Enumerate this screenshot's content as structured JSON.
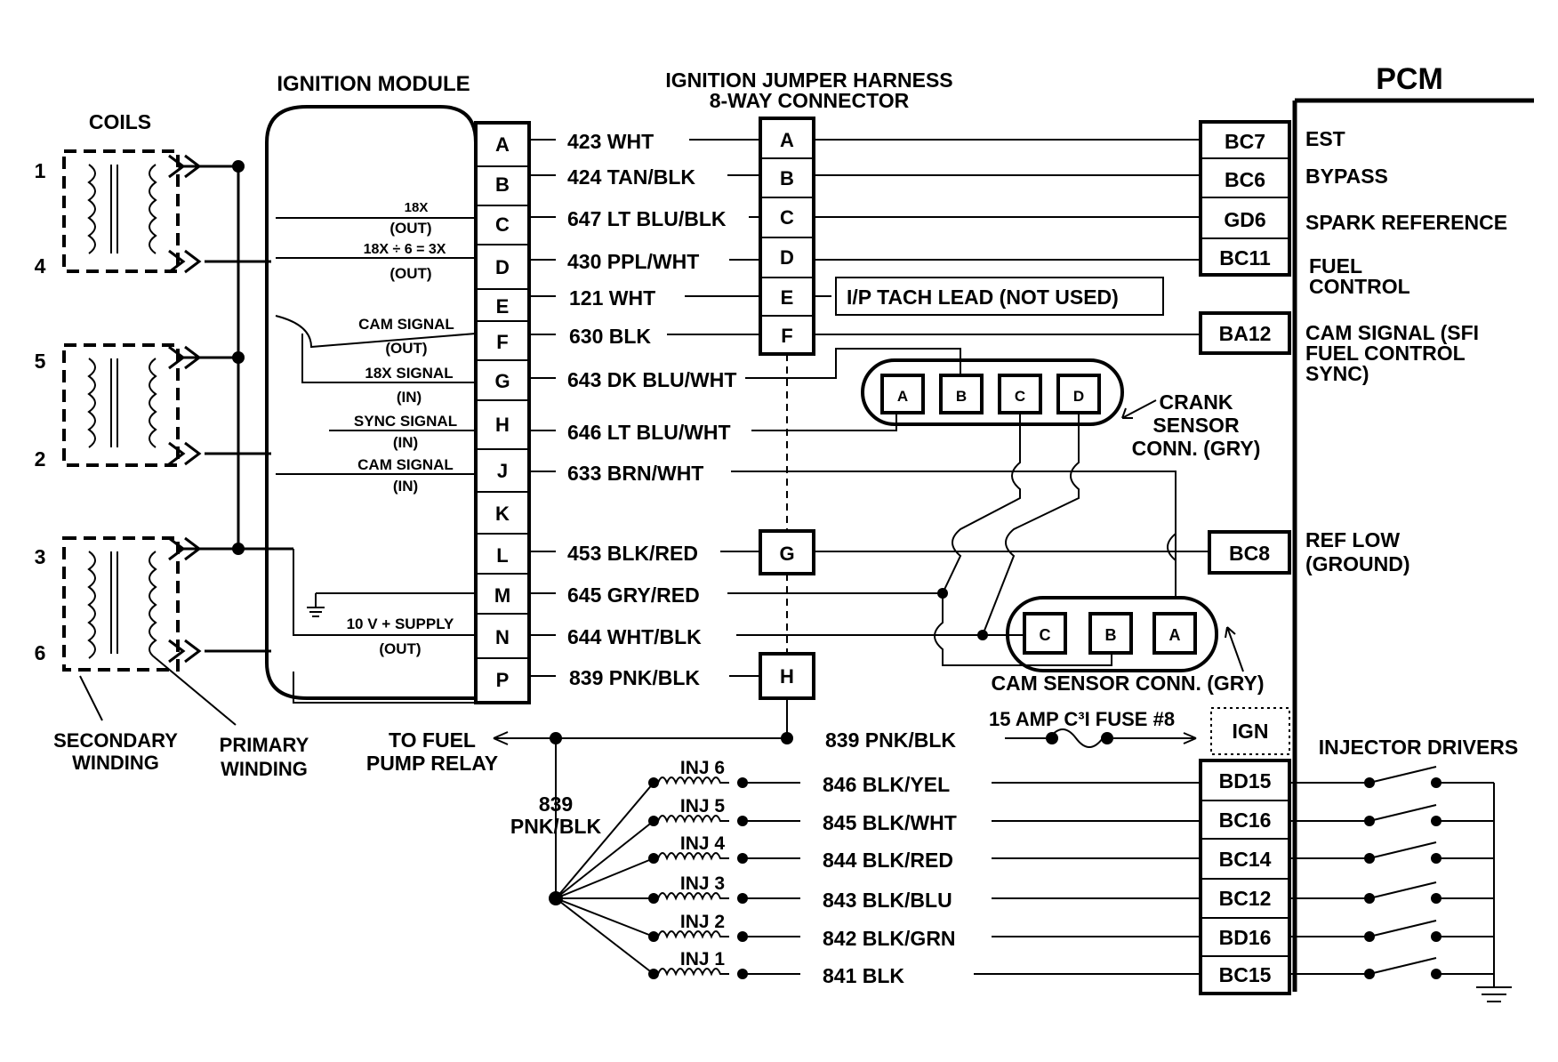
{
  "titles": {
    "ignition_module": "IGNITION MODULE",
    "harness_line1": "IGNITION JUMPER HARNESS",
    "harness_line2": "8-WAY CONNECTOR",
    "pcm": "PCM",
    "coils": "COILS"
  },
  "coil_numbers": [
    "1",
    "4",
    "5",
    "2",
    "3",
    "6"
  ],
  "module_pins": [
    "A",
    "B",
    "C",
    "D",
    "E",
    "F",
    "G",
    "H",
    "J",
    "K",
    "L",
    "M",
    "N",
    "P"
  ],
  "module_signals": {
    "s1": "18X",
    "s2": "(OUT)",
    "s3": "18X ÷ 6 = 3X",
    "s4": "(OUT)",
    "s5": "CAM SIGNAL",
    "s6": "(OUT)",
    "s7": "18X SIGNAL",
    "s8": "(IN)",
    "s9": "SYNC SIGNAL",
    "s10": "(IN)",
    "s11": "CAM SIGNAL",
    "s12": "(IN)",
    "s13": "10 V + SUPPLY",
    "s14": "(OUT)"
  },
  "wires": [
    "423 WHT",
    "424 TAN/BLK",
    "647 LT BLU/BLK",
    "430 PPL/WHT",
    "121 WHT",
    "630 BLK",
    "643 DK BLU/WHT",
    "646 LT BLU/WHT",
    "633 BRN/WHT",
    "453 BLK/RED",
    "645 GRY/RED",
    "644 WHT/BLK",
    "839 PNK/BLK"
  ],
  "harness_pins": [
    "A",
    "B",
    "C",
    "D",
    "E",
    "F",
    "G",
    "H"
  ],
  "tach_lead": "I/P TACH LEAD (NOT USED)",
  "pcm_pins": [
    "BC7",
    "BC6",
    "GD6",
    "BC11",
    "BA12",
    "BC8"
  ],
  "pcm_labels": {
    "est": "EST",
    "bypass": "BYPASS",
    "spark": "SPARK REFERENCE",
    "fuel1": "FUEL",
    "fuel2": "CONTROL",
    "cam1": "CAM SIGNAL (SFI",
    "cam2": "FUEL CONTROL",
    "cam3": "SYNC)",
    "ref1": "REF LOW",
    "ref2": "(GROUND)"
  },
  "crank_sensor": {
    "pins": [
      "A",
      "B",
      "C",
      "D"
    ],
    "label1": "CRANK",
    "label2": "SENSOR",
    "label3": "CONN. (GRY)"
  },
  "cam_sensor": {
    "pins": [
      "C",
      "B",
      "A"
    ],
    "label": "CAM SENSOR CONN. (GRY)"
  },
  "power": {
    "feed_wire": "839 PNK/BLK",
    "fuse": "15 AMP C³I FUSE #8",
    "ign": "IGN",
    "fuel_relay1": "TO FUEL",
    "fuel_relay2": "PUMP RELAY",
    "splice1": "839",
    "splice2": "PNK/BLK"
  },
  "injectors": [
    {
      "label": "INJ 6",
      "wire": "846 BLK/YEL",
      "pin": "BD15"
    },
    {
      "label": "INJ 5",
      "wire": "845 BLK/WHT",
      "pin": "BC16"
    },
    {
      "label": "INJ 4",
      "wire": "844 BLK/RED",
      "pin": "BC14"
    },
    {
      "label": "INJ 3",
      "wire": "843 BLK/BLU",
      "pin": "BC12"
    },
    {
      "label": "INJ 2",
      "wire": "842 BLK/GRN",
      "pin": "BD16"
    },
    {
      "label": "INJ 1",
      "wire": "841 BLK",
      "pin": "BC15"
    }
  ],
  "injector_drivers": "INJECTOR DRIVERS",
  "winding": {
    "secondary1": "SECONDARY",
    "secondary2": "WINDING",
    "primary1": "PRIMARY",
    "primary2": "WINDING"
  }
}
